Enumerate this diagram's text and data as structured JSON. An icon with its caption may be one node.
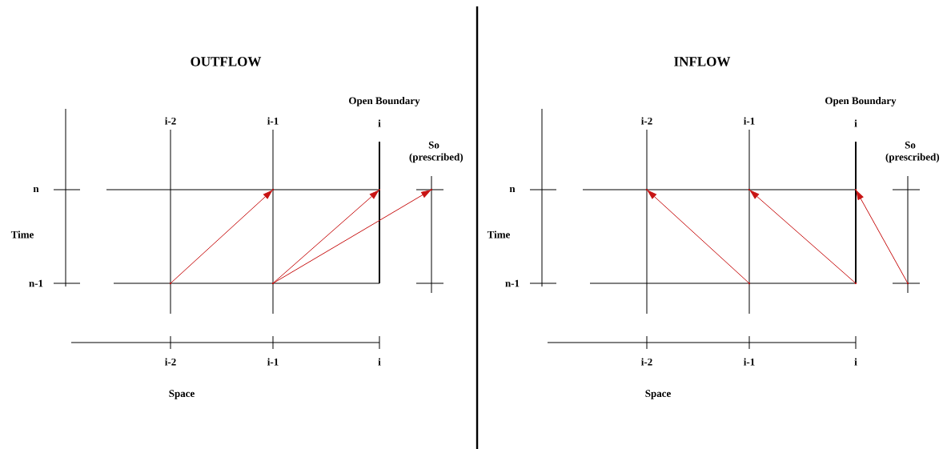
{
  "diagram": {
    "nodes": [
      {
        "text": [],
        "shape": "point"
      },
      {
        "text": [],
        "shape": "point"
      },
      {
        "text": [],
        "shape": "point"
      },
      {
        "text": [],
        "shape": "point"
      },
      {
        "text": [],
        "shape": "point"
      },
      {
        "text": [],
        "shape": "point"
      },
      {
        "text": [],
        "shape": "point"
      },
      {
        "text": [],
        "shape": "point"
      },
      {
        "text": [],
        "shape": "point"
      },
      {
        "text": [],
        "shape": "point"
      },
      {
        "text": [],
        "shape": "point"
      }
    ],
    "edges": [
      {
        "from": 0,
        "to": 2,
        "arrow": "to"
      },
      {
        "from": 1,
        "to": 3,
        "arrow": "to"
      },
      {
        "from": 1,
        "to": 4,
        "arrow": "to"
      },
      {
        "from": 5,
        "to": 6,
        "arrow": "to"
      },
      {
        "from": 7,
        "to": 8,
        "arrow": "to"
      },
      {
        "from": 9,
        "to": 10,
        "arrow": "to"
      }
    ],
    "labels": [
      "OUTFLOW",
      "Open Boundary",
      "i-2",
      "i-1",
      "i",
      "So (prescribed)",
      "n",
      "Time",
      "n-1",
      "i-2",
      "i-1",
      "i",
      "Space",
      "INFLOW",
      "Open Boundary",
      "i-2",
      "i-1",
      "i",
      "So (prescribed)",
      "n",
      "Time",
      "n-1",
      "i-2",
      "i-1",
      "i",
      "Space"
    ]
  }
}
